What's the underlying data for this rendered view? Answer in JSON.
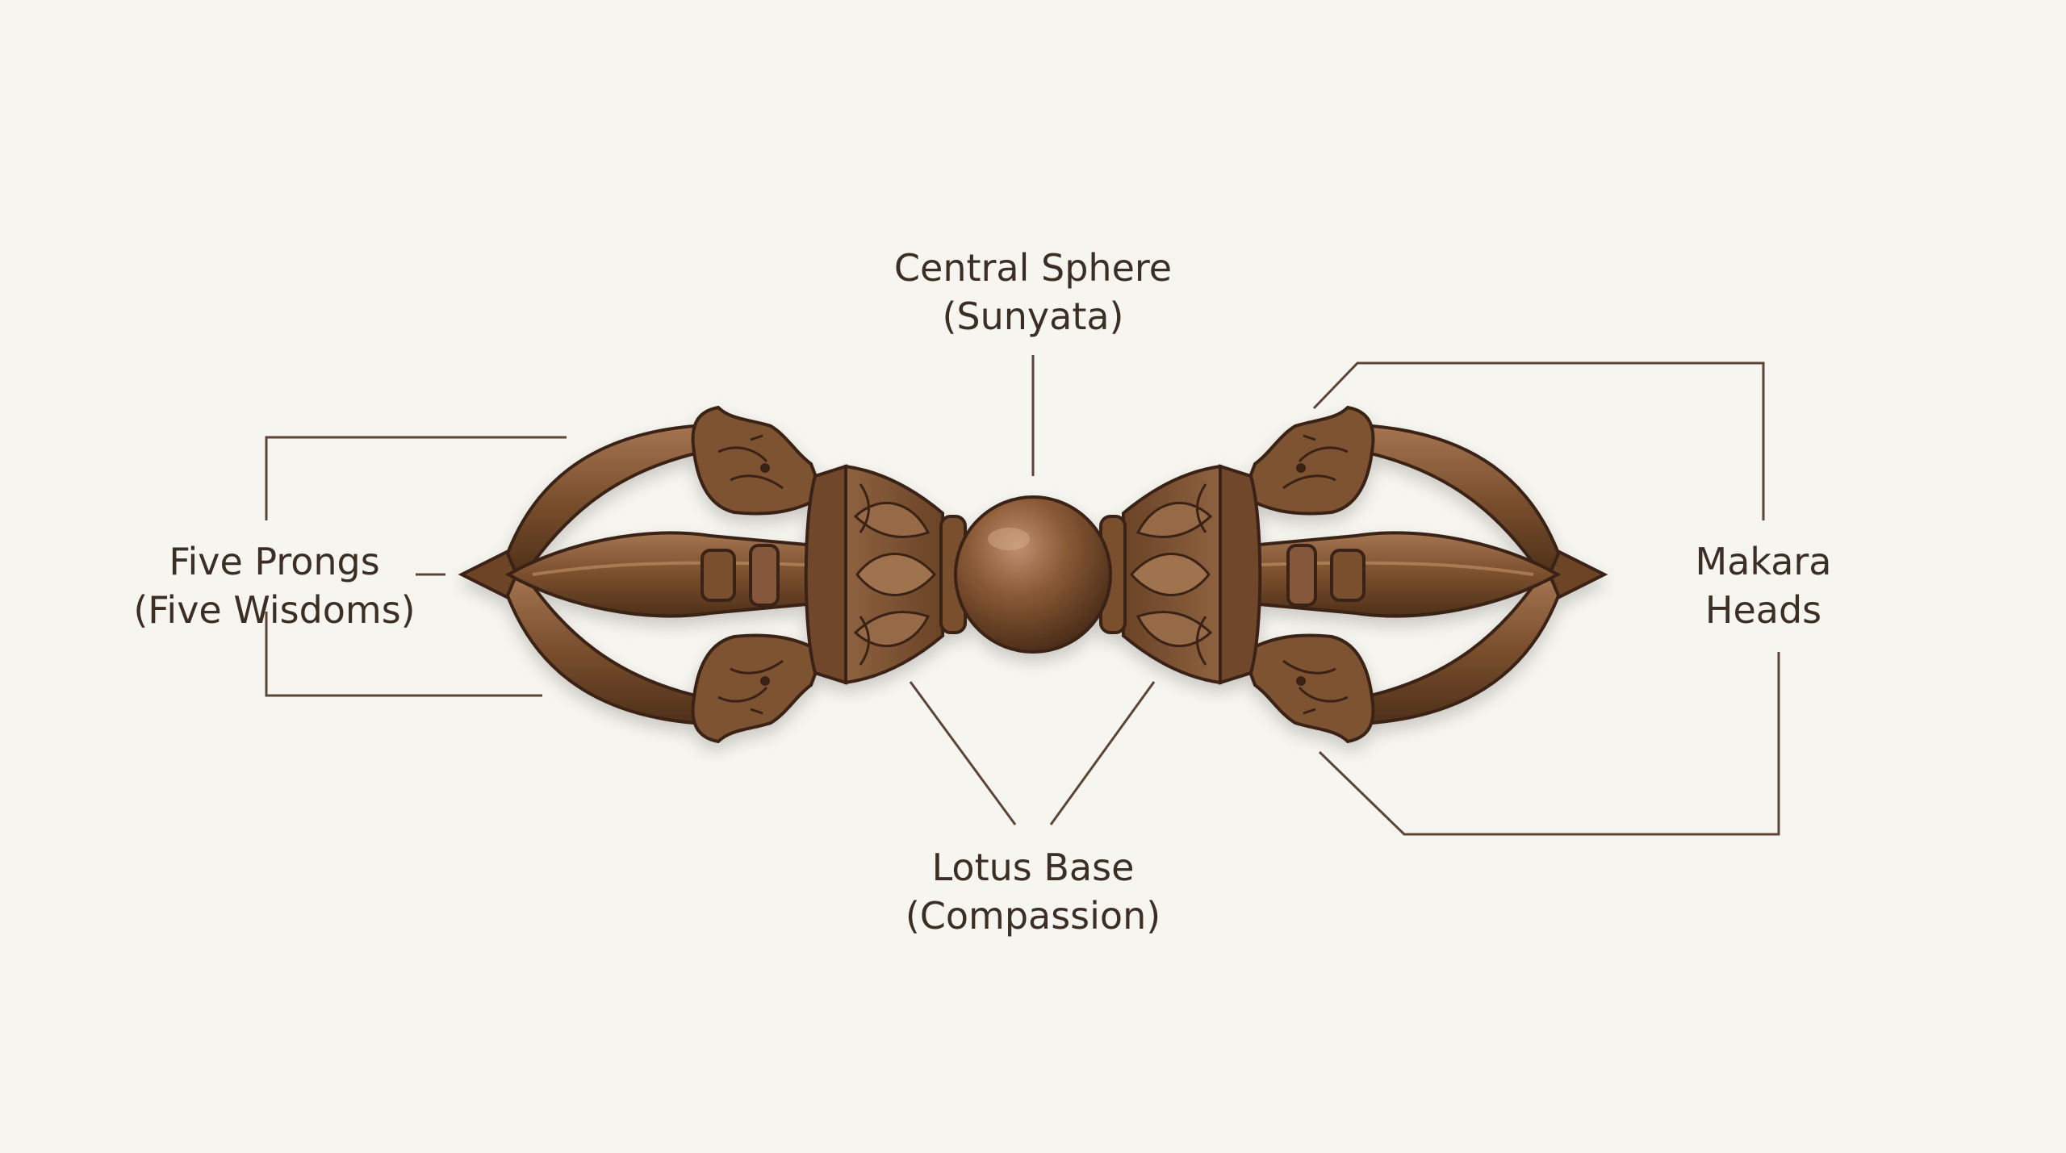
{
  "colors": {
    "background": "#f7f5ef",
    "bronze_dark": "#4a2e1a",
    "bronze_mid": "#7a5030",
    "bronze_light": "#a87850",
    "leader_line": "#5a4536",
    "text": "#3b2e25"
  },
  "labels": {
    "central_sphere": {
      "title": "Central Sphere",
      "subtitle": "(Sunyata)"
    },
    "five_prongs": {
      "title": "Five Prongs",
      "subtitle": "(Five Wisdoms)"
    },
    "makara_heads": {
      "title": "Makara",
      "subtitle": "Heads"
    },
    "lotus_base": {
      "title": "Lotus Base",
      "subtitle": "(Compassion)"
    }
  }
}
